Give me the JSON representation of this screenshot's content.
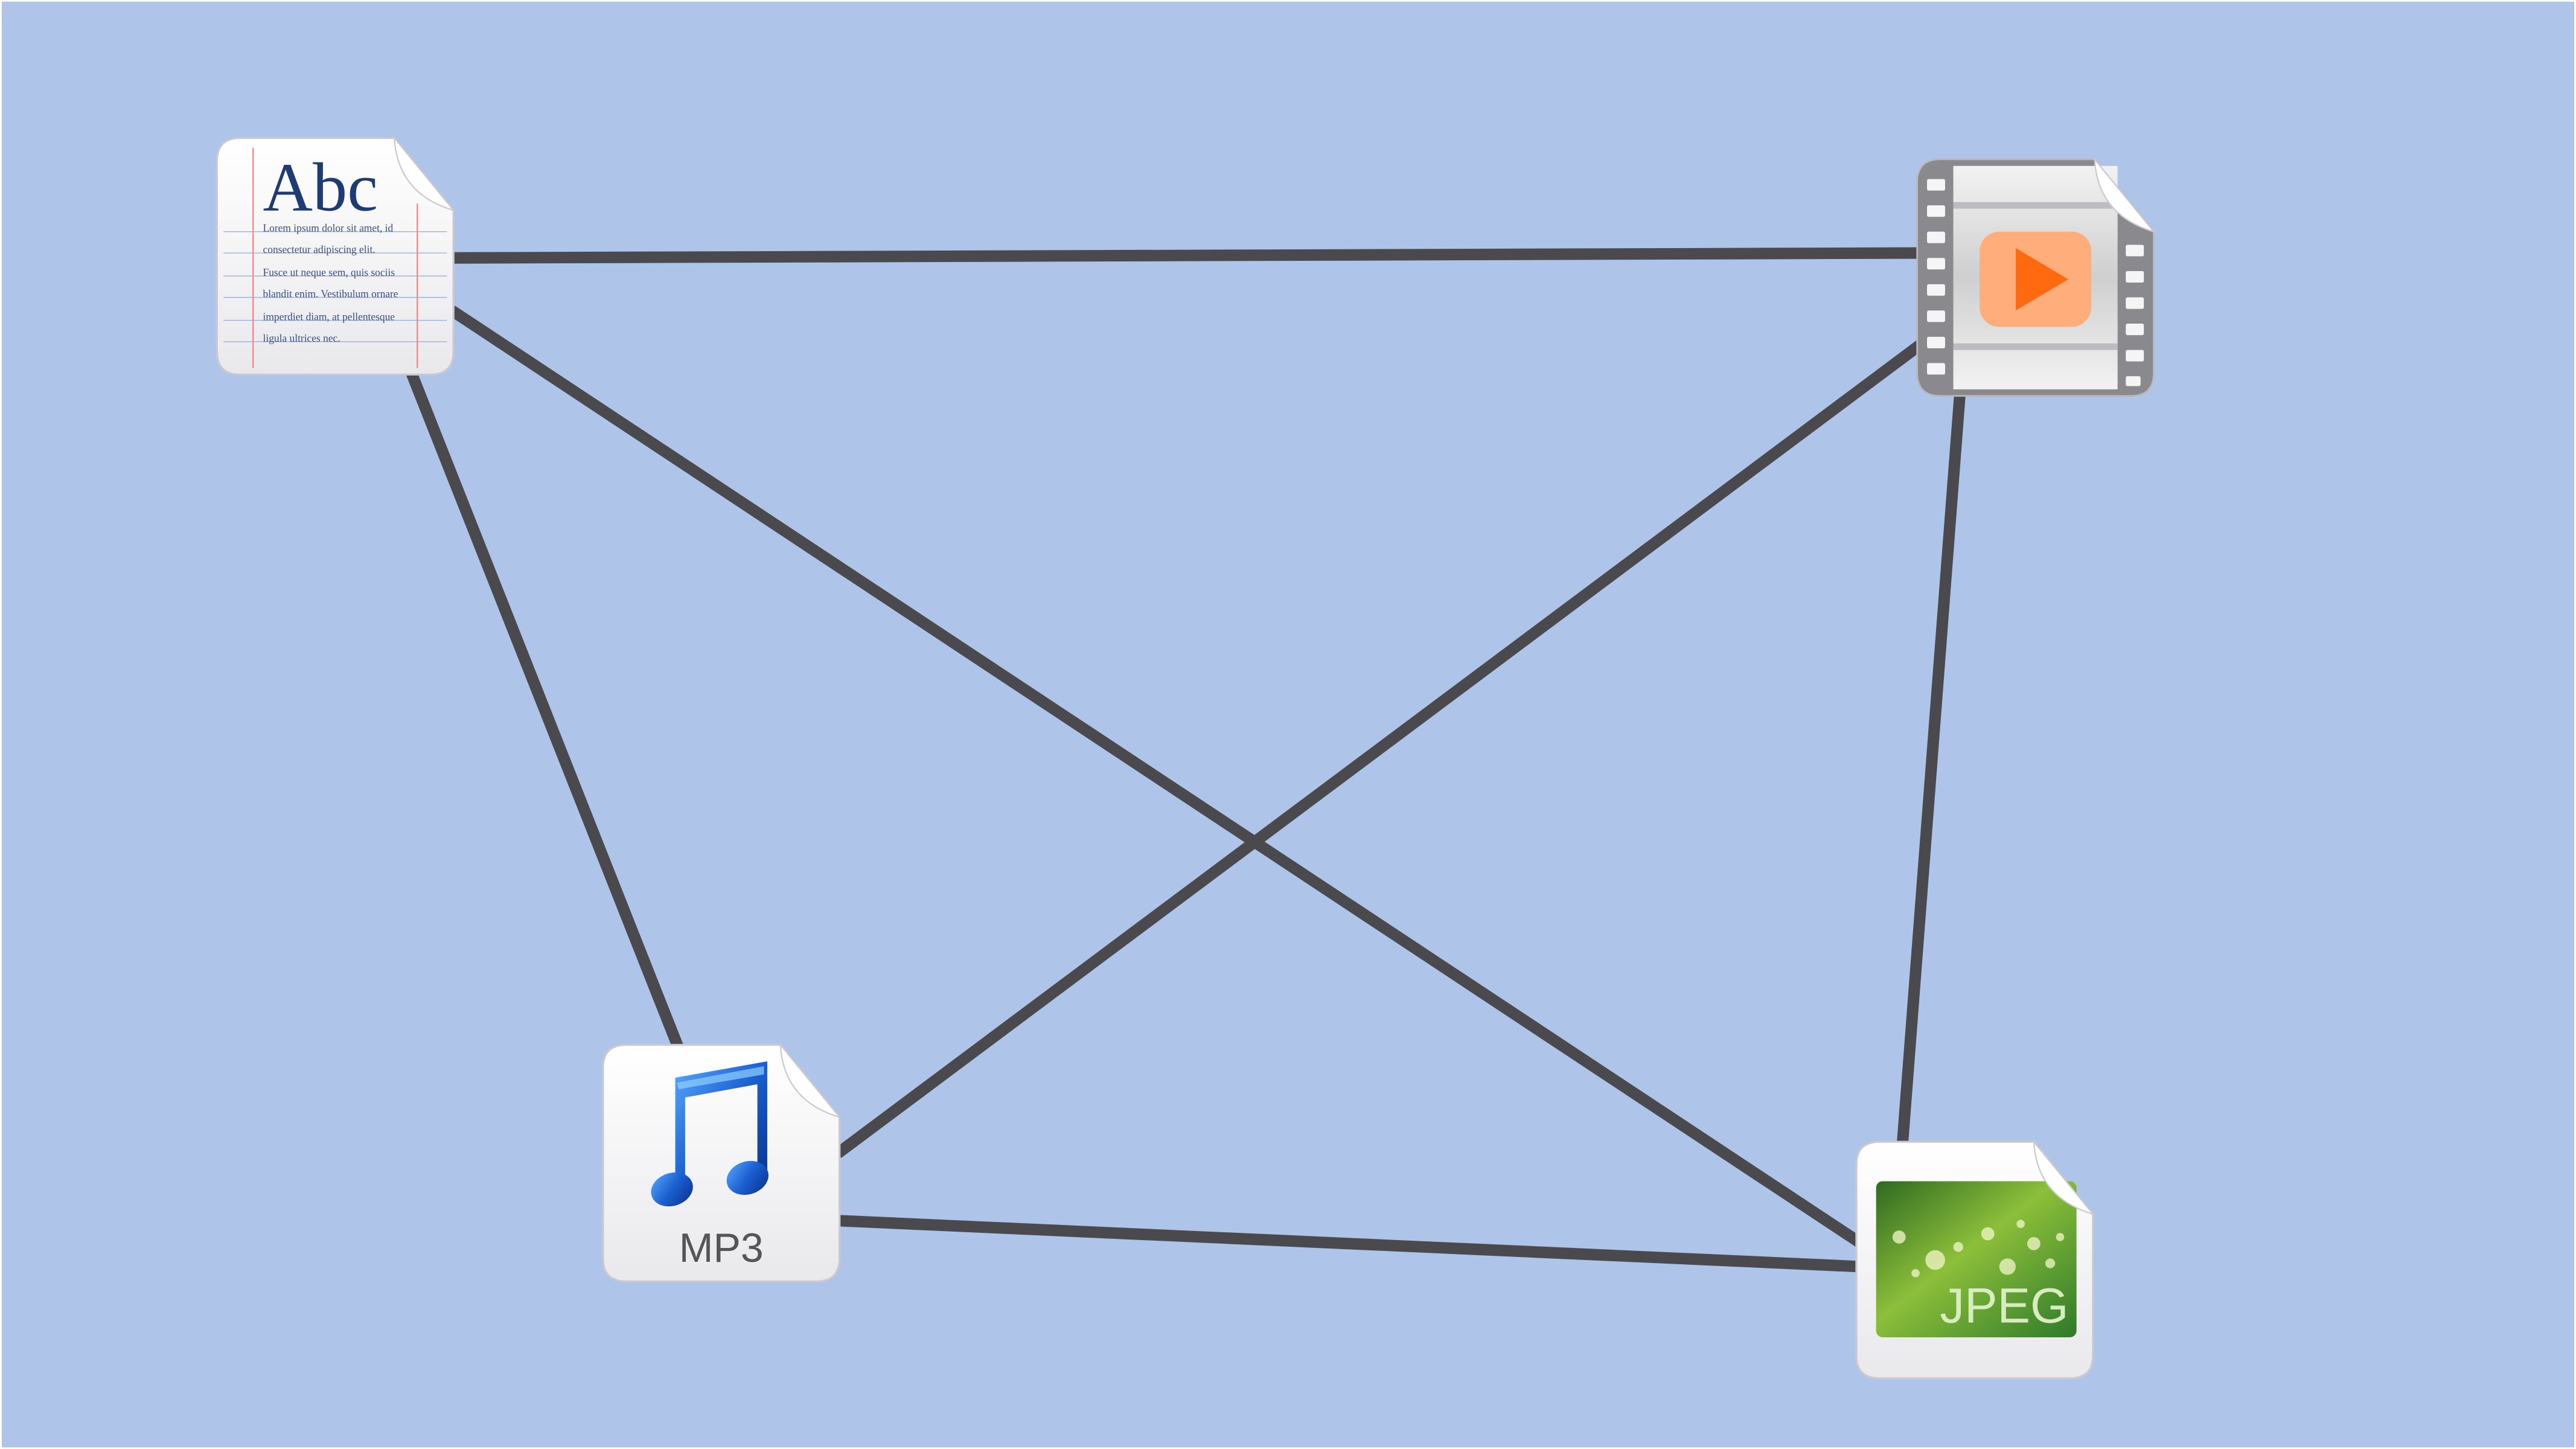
{
  "diagram": {
    "nodes": [
      {
        "id": "text-document",
        "icon": "text-document-icon",
        "heading": "Abc",
        "body_lines": [
          "Lorem ipsum dolor sit amet, id",
          "consectetur adipiscing elit.",
          "Fusce ut neque sem, quis sociis",
          "blandit enim. Vestibulum ornare",
          "imperdiet diam, at pellentesque",
          "ligula ultrices nec."
        ]
      },
      {
        "id": "video-file",
        "icon": "video-file-icon"
      },
      {
        "id": "mp3-file",
        "icon": "music-file-icon",
        "label": "MP3"
      },
      {
        "id": "jpeg-file",
        "icon": "image-file-icon",
        "label": "JPEG"
      }
    ],
    "edges": [
      [
        "text-document",
        "video-file"
      ],
      [
        "text-document",
        "mp3-file"
      ],
      [
        "text-document",
        "jpeg-file"
      ],
      [
        "video-file",
        "mp3-file"
      ],
      [
        "video-file",
        "jpeg-file"
      ],
      [
        "mp3-file",
        "jpeg-file"
      ]
    ],
    "colors": {
      "background": "#aec4e8",
      "edge": "#4a4a4e",
      "music_note": "#1a5fd0",
      "play_button": "#ff7a2a",
      "photo_green": "#4f8e2a"
    }
  }
}
